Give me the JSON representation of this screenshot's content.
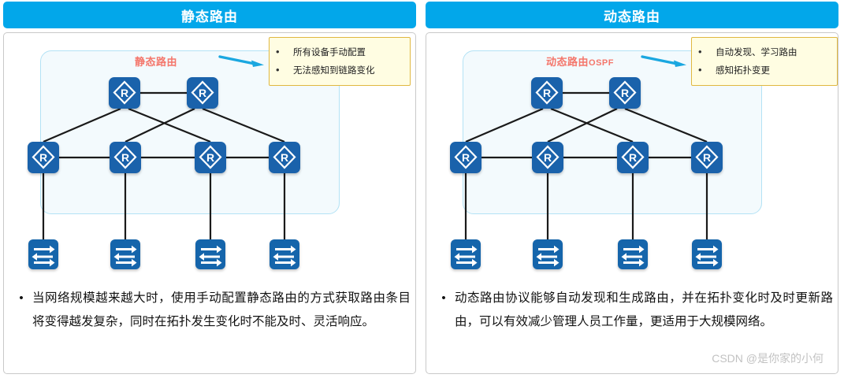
{
  "panels": [
    {
      "title": "静态路由",
      "diagram_label": "静态路由",
      "diagram_label_suffix": "",
      "callout": [
        "所有设备手动配置",
        "无法感知到链路变化"
      ],
      "note": "当网络规模越来越大时，使用手动配置静态路由的方式获取路由条目将变得越发复杂，同时在拓扑发生变化时不能及时、灵活响应。",
      "bullet": "•"
    },
    {
      "title": "动态路由",
      "diagram_label": "动态路由",
      "diagram_label_suffix": "OSPF",
      "callout": [
        "自动发现、学习路由",
        "感知拓扑变更"
      ],
      "note": "动态路由协议能够自动发现和生成路由，并在拓扑变化时及时更新路由，可以有效减少管理人员工作量，更适用于大规模网络。",
      "bullet": "•"
    }
  ],
  "topology": {
    "routers_top": [
      "R",
      "R"
    ],
    "routers_mid": [
      "R",
      "R",
      "R",
      "R"
    ],
    "switch_count": 4,
    "node_label": "R"
  },
  "watermark": "CSDN @是你家的小何",
  "colors": {
    "header_bg": "#02a7ea",
    "header_text": "#ffffff",
    "diagram_label": "#f4766b",
    "arrow": "#1aa7e0",
    "callout_bg": "#fffde2",
    "callout_border": "#e0b840",
    "node_blue": "#1a62ab",
    "container_bg": "#f3fafd",
    "container_border": "#b3e2f5",
    "link": "#1a1a1a",
    "watermark": "#c2c2c2"
  }
}
